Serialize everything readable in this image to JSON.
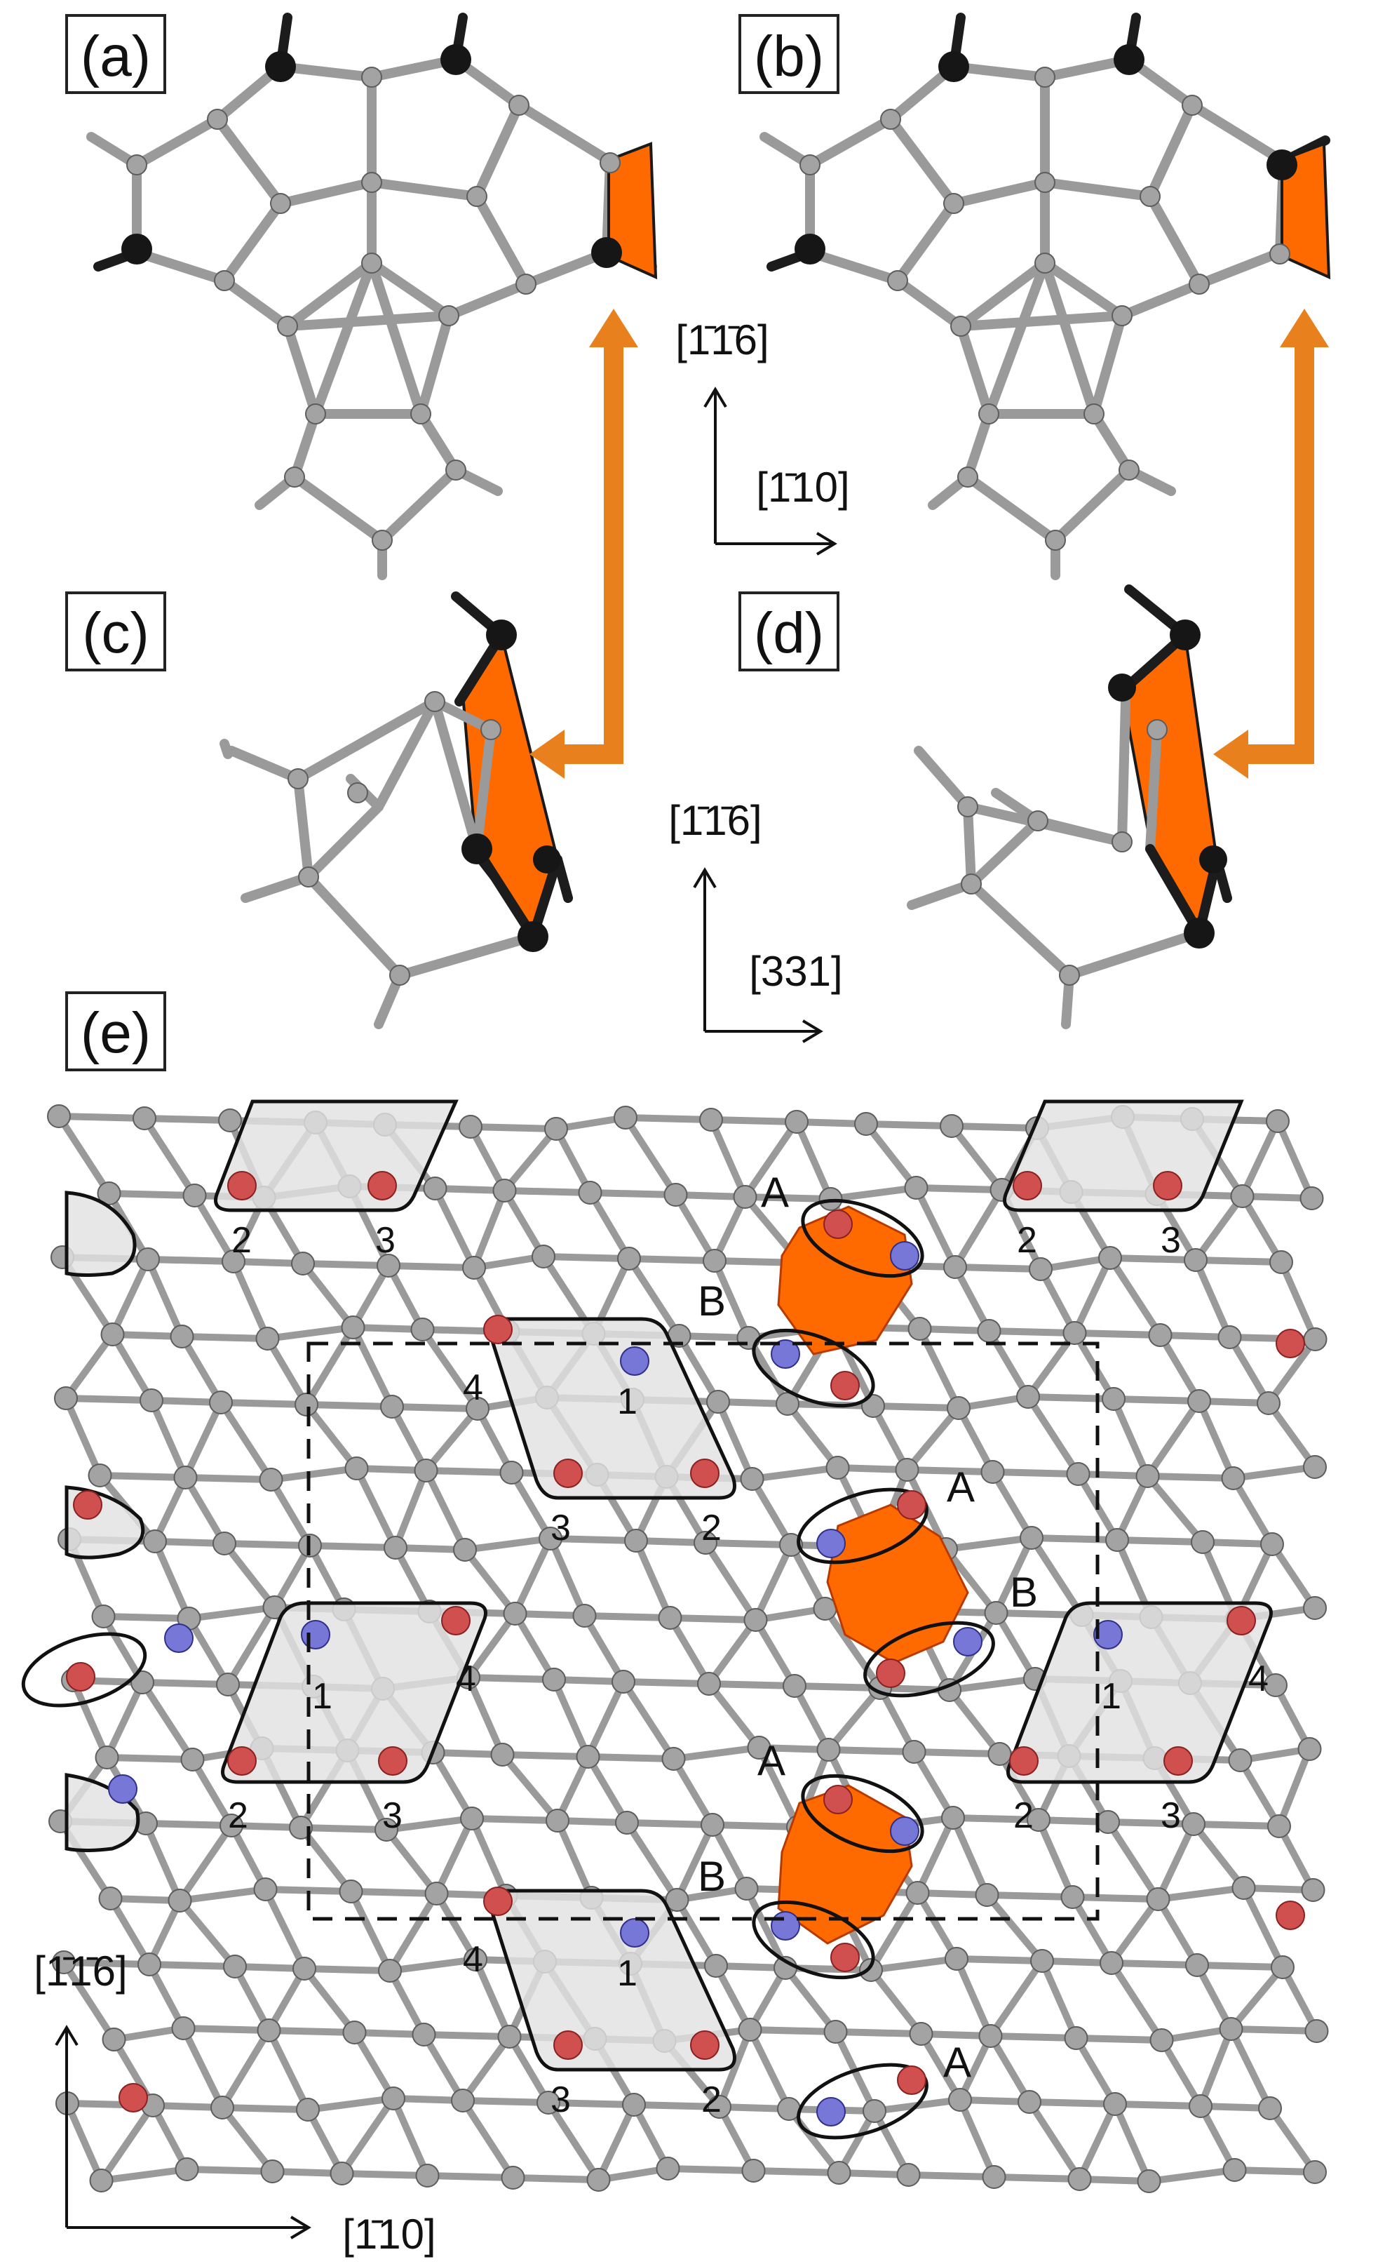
{
  "panels": {
    "a": "(a)",
    "b": "(b)",
    "c": "(c)",
    "d": "(d)",
    "e": "(e)"
  },
  "directions": {
    "top_vertical": "[1̄1̄6]",
    "top_horizontal": "[1̄10]",
    "middle_vertical": "[1̄1̄6]",
    "middle_horizontal": "[331]",
    "bottom_vertical": "[1̄1̄6]",
    "bottom_horizontal": "[1̄10]"
  },
  "site_labels": {
    "A": "A",
    "B": "B",
    "n1": "1",
    "n2": "2",
    "n3": "3",
    "n4": "4"
  },
  "colors": {
    "highlight_orange": "#ff6a00",
    "arrow_orange": "#e8801e",
    "shade_grey": "#e2e2e2",
    "atom_red": "#d05050",
    "atom_blue": "#7777d8",
    "atom_black": "#161616"
  }
}
